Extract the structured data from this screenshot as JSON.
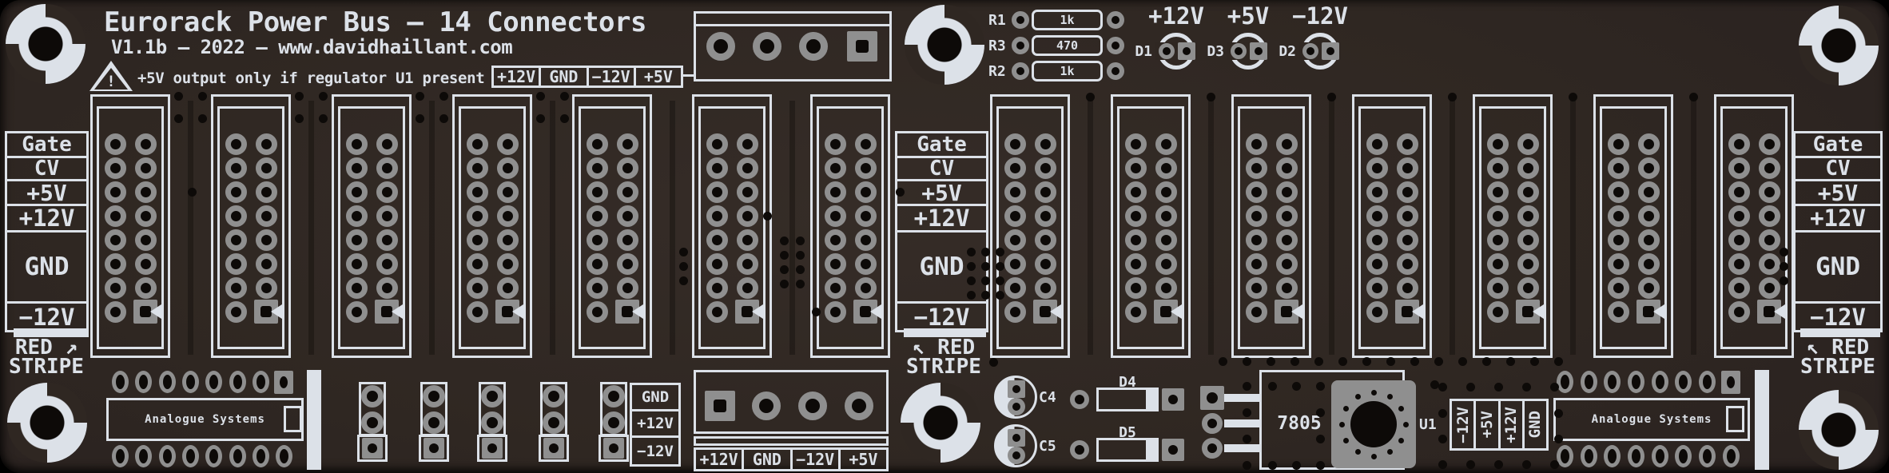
{
  "header": {
    "title": "Eurorack Power Bus — 14 Connectors",
    "subtitle": "V1.1b — 2022 — www.davidhaillant.com",
    "warning": "+5V output only if regulator U1 present",
    "warning_mark": "!"
  },
  "power_rail_table": {
    "cells": [
      "+12V",
      "GND",
      "−12V",
      "+5V"
    ]
  },
  "bus_label_rows": [
    "Gate",
    "CV",
    "+5V",
    "+12V",
    "GND",
    "−12V"
  ],
  "red_stripe": {
    "left": {
      "line1": "RED ↗",
      "line2": "STRIPE"
    },
    "middle": {
      "line1": "↖ RED",
      "line2": "STRIPE"
    },
    "right": {
      "line1": "↖ RED",
      "line2": "STRIPE"
    }
  },
  "resistors": [
    {
      "ref": "R1",
      "value": "1k"
    },
    {
      "ref": "R3",
      "value": "470"
    },
    {
      "ref": "R2",
      "value": "1k"
    }
  ],
  "leds": [
    {
      "ref": "D1",
      "rail": "+12V"
    },
    {
      "ref": "D3",
      "rail": "+5V"
    },
    {
      "ref": "D2",
      "rail": "−12V"
    }
  ],
  "aux_header_table": [
    "GND",
    "+12V",
    "−12V"
  ],
  "output_header_table": [
    "−12V",
    "+5V",
    "+12V",
    "GND"
  ],
  "capacitors": [
    "C4",
    "C5"
  ],
  "diodes": [
    "D4",
    "D5"
  ],
  "regulator": {
    "value": "7805",
    "ref": "U1"
  },
  "idc_brand": "Analogue Systems",
  "connector_count": 14,
  "colors": {
    "board": "#2f2722",
    "silk": "#dce1e8",
    "pad": "#8f8f8f",
    "hole": "#0d0a08"
  }
}
